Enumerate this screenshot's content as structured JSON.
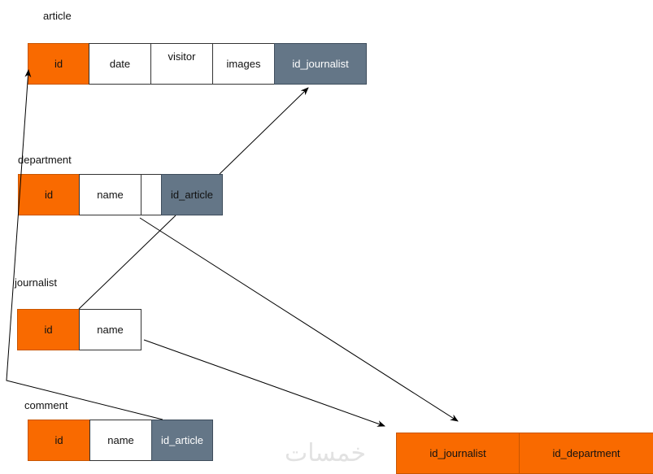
{
  "tables": {
    "article": {
      "title": "article",
      "cells": [
        "id",
        "date",
        "visitor",
        "images",
        "id_journalist"
      ]
    },
    "department": {
      "title": "department",
      "cells": [
        "id",
        "name",
        "",
        "id_article"
      ]
    },
    "journalist": {
      "title": "journalist",
      "cells": [
        "id",
        "name"
      ]
    },
    "comment": {
      "title": "comment",
      "cells": [
        "id",
        "name",
        "id_article"
      ]
    },
    "link": {
      "cells": [
        "id_journalist",
        "id_department"
      ]
    }
  },
  "watermark": "خمسات",
  "colors": {
    "primary_key": "#f96a00",
    "foreign_key": "#647687"
  }
}
